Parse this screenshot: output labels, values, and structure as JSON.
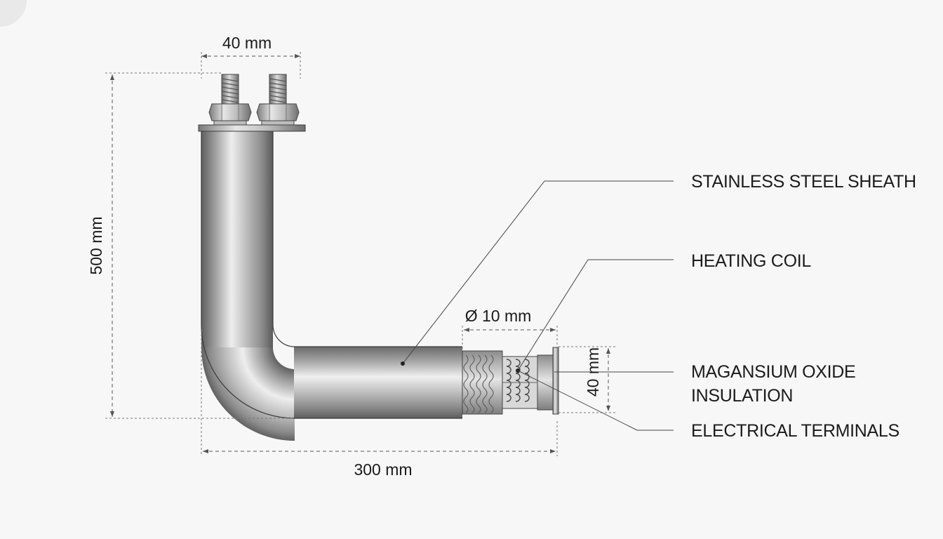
{
  "dimensions": {
    "terminal_spacing": "40 mm",
    "height": "500 mm",
    "length": "300 mm",
    "diameter": "Ø 10 mm",
    "end_height": "40 mm"
  },
  "callouts": {
    "sheath": "STAINLESS STEEL SHEATH",
    "coil": "HEATING COIL",
    "insulation_line1": "MAGANSIUM OXIDE",
    "insulation_line2": "INSULATION",
    "terminals": "ELECTRICAL TERMINALS"
  },
  "colors": {
    "background": "#f7f7f7",
    "metal_dark": "#6f6f6f",
    "metal_light": "#e8e8e8",
    "line": "#3a3a3a"
  }
}
